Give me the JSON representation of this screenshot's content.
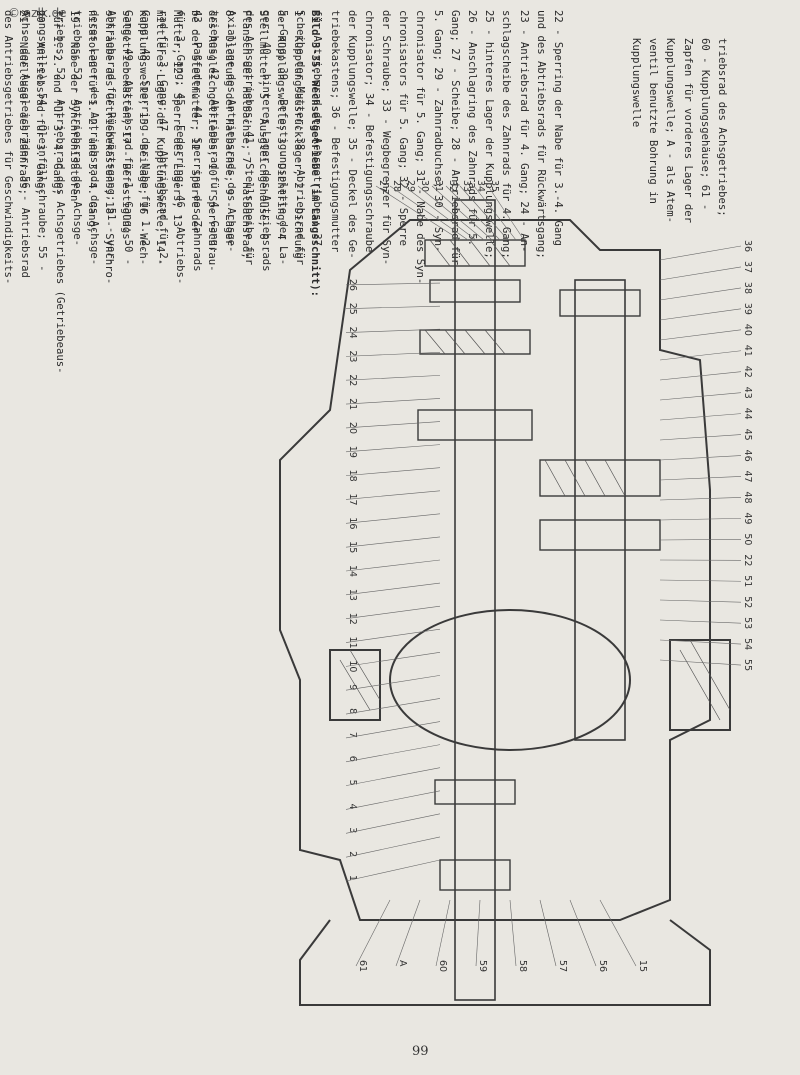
{
  "header": {
    "site_label": "© azlk.de"
  },
  "caption_col1": [
    "Bild 3-35. Wechselgetriebe (im Längsschnitt):",
    "1 - Kupplungsausrücklager; 2 - Dichtung",
    "der Kupplungswelle; 3 - Dichtring; 4 -",
    "Stellmutter; 5 - Ausgleichgehäuse; 6 -",
    "Flansch der Halbachse; 7 - Halbachsrad;",
    "8 - Dichtung der Halbachse; 9 - Lager",
    "des Ausgleichgetriebes; 10 - Sperrschrau-",
    "be der Stellmutter; 11 - Sperre der",
    "Mutter; 12 - Sperre des Lagers; 13 -",
    "mittleres Lager der Kupplungswelle; 14 -",
    "Kupplungswelle; 15 - Beilage; 16 - Wech-",
    "selgetriebekasten; 17 - Befestigungs-",
    "schraube des Getriebekastens; 18 - Synchro-",
    "nisatoren für 1.-2. und 3.-4. Gang;",
    "19 - Nabe der Synchronisatoren",
    "für 1.-2. und für 3.-4. Gang;",
    "20 - Antriebsrad für 3. Gang;",
    "21 - Nadellager des Zahnrads;"
  ],
  "caption_col2": [
    "22 - Sperring der Nabe für 3.-4. Gang",
    "und des Abtriebsrads für Rückwärtsgang;",
    "23 - Antriebsrad für 4. Gang; 24 - An-",
    "schlagscheibe des Zahnrads für 4. Gang;",
    "25 - hinteres Lager der Kupplungswelle;",
    "26 - Anschlagring des Zahnrads für 5.",
    "Gang; 27 - Scheibe; 28 - Antriebsrad für",
    "5. Gang; 29 - Zahnradbuchse; 30 - Syn-",
    "chronisator für 5. Gang; 31 - Nabe des Syn-",
    "chronisators für 5. Gang; 32 - Sperre",
    "der Schraube; 33 - Wegbegrenzer für Syn-",
    "chronisator; 34 - Befestigungsschraube",
    "der Kupplungswelle; 35 - Deckel des Ge-",
    "triebekastens; 36 - Befestigungsmutter",
    "für Antriebsrad des Achsgetriebes; 37 -",
    "Scheibe der Mutter; 38 - Abtriebsrad für",
    "5. Gang; 39 - Befestigungsplatte der La-",
    "ger; 40 - hinteres Lager des Antriebsrads",
    "des Achsgetriebes; 41 - Stellscheibe für",
    "Axiallage des Antriebsrads des Achsge-",
    "triebes; 42 - Abtriebsrad für 4. Gang;",
    "43 - Paßfeder; 44 - Sperring des Zahnrads",
    "für 3. Gang; 45 - Federring; 46 - Abtriebs-",
    "rad für 3. Gang; 47 - Abtriebsrad für 2.",
    "Gang; 48 - Sperring der Nabe für 1.-2.",
    "Gang; 49 - Abtriebsrad für 1. Gang; 50 -",
    "Abtriebsrad für Rückwärtsgang; 51 - vor-",
    "deres Lager des Antriebsrads des Achsge-",
    "triebes; 52 - Antriebsrad des Achsge-",
    "triebes; 52 - Antriebsrad des Achsgetriebes (Getriebeaus-",
    "gangswelle); 54 - Öleinfüllschraube; 55 -",
    "Achse der Ausgleichräder; 56 - Antriebsrad",
    "des Antriebsgetriebes für Geschwindigkeits-",
    "messer; 57 - Sperring am Flansch der Halb-",
    "achse; 58 - Befestigungsschraube für",
    "Abtriebsrad des Achsgetriebes; 59 - Ab-"
  ],
  "caption_col3": [
    "triebsrad des Achsgetriebes;",
    "60 - Kupplungsgehäuse; 61 -",
    "Zapfen für vorderes Lager der",
    "Kupplungswelle; A - als Atem-",
    "ventil benutzte Bohrung in",
    "Kupplungswelle"
  ],
  "drawing": {
    "labels_left": [
      "1",
      "2",
      "3",
      "4",
      "5",
      "6",
      "7",
      "8",
      "9",
      "10",
      "11",
      "12",
      "13",
      "14",
      "15",
      "16",
      "17",
      "18",
      "19",
      "20",
      "21",
      "22",
      "23",
      "24",
      "25",
      "26"
    ],
    "labels_top": [
      "27",
      "28",
      "29",
      "30",
      "31",
      "32",
      "33",
      "34",
      "35"
    ],
    "labels_right": [
      "36",
      "37",
      "38",
      "39",
      "40",
      "41",
      "42",
      "43",
      "44",
      "45",
      "46",
      "47",
      "48",
      "49",
      "50",
      "22",
      "51",
      "52",
      "53",
      "54",
      "55"
    ],
    "labels_bottom": [
      "15",
      "56",
      "57",
      "58",
      "59",
      "60",
      "A",
      "61"
    ]
  },
  "page": {
    "number": "99"
  }
}
